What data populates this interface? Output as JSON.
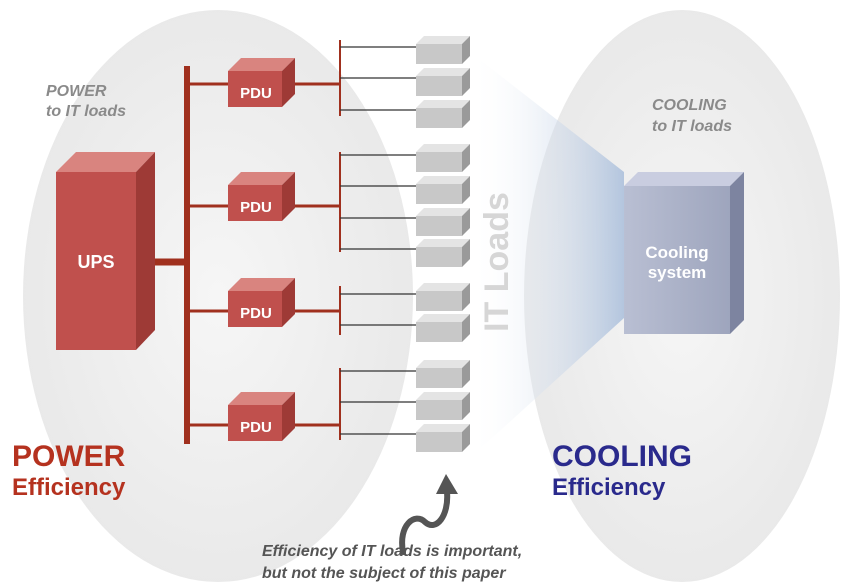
{
  "power_note": {
    "line1": "POWER",
    "line2": "to IT loads"
  },
  "cooling_note": {
    "line1": "COOLING",
    "line2": "to IT loads"
  },
  "ups_label": "UPS",
  "pdu_label": "PDU",
  "it_loads_label": "IT Loads",
  "cooling_system": {
    "line1": "Cooling",
    "line2": "system"
  },
  "power_efficiency": {
    "line1": "POWER",
    "line2": "Efficiency"
  },
  "cooling_efficiency": {
    "line1": "COOLING",
    "line2": "Efficiency"
  },
  "caption": {
    "line1": "Efficiency of IT loads is important,",
    "line2": "but not the subject of this paper"
  },
  "colors": {
    "power": "#b5321f",
    "cooling": "#2a2a8c",
    "device_red": "#c0504d",
    "cooling_box": "#a7aec4",
    "server": "#c8c8c8",
    "ellipse": "#eeeeee"
  },
  "icons": [
    "curved-arrow-icon"
  ]
}
